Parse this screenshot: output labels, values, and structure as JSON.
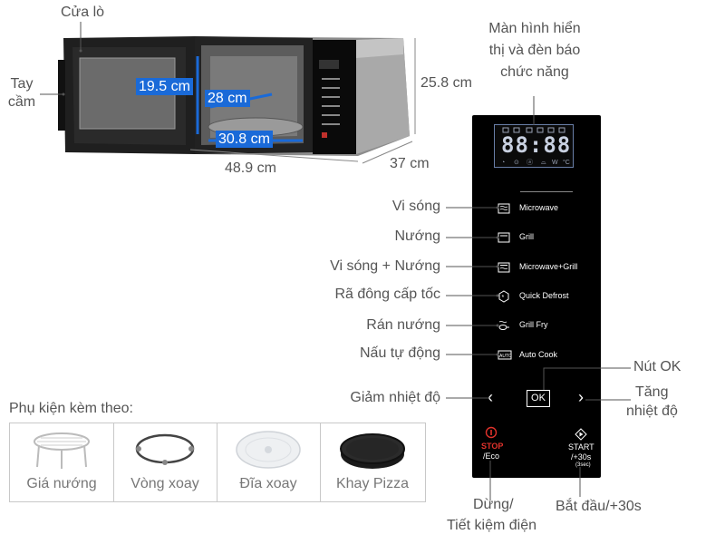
{
  "colors": {
    "accent": "#1a6ad8",
    "panel": "#000000",
    "stop_red": "#e0322b",
    "line": "#555555"
  },
  "photo": {
    "door_label": "Cửa lò",
    "handle_label": "Tay cầm",
    "display_label": "Màn hình hiển thị và đèn báo chức năng",
    "dim_height_inner": "19.5 cm",
    "dim_depth_inner": "28 cm",
    "dim_width_inner": "30.8 cm",
    "dim_height_outer": "25.8 cm",
    "dim_width_outer": "48.9 cm",
    "dim_depth_outer": "37 cm"
  },
  "panel": {
    "display_digits": "88:88",
    "buttons": [
      {
        "label": "Microwave",
        "vi": "Vi sóng",
        "icon": "microwave-icon"
      },
      {
        "label": "Grill",
        "vi": "Nướng",
        "icon": "grill-icon"
      },
      {
        "label": "Microwave+Grill",
        "vi": "Vi sóng + Nướng",
        "icon": "microwave-grill-icon"
      },
      {
        "label": "Quick Defrost",
        "vi": "Rã đông cấp tốc",
        "icon": "defrost-icon"
      },
      {
        "label": "Grill Fry",
        "vi": "Rán nướng",
        "icon": "grill-fry-icon"
      },
      {
        "label": "Auto Cook",
        "vi": "Nấu tự động",
        "icon": "auto-cook-icon"
      }
    ],
    "ok_label": "OK",
    "ok_vi": "Nút OK",
    "decrease_vi": "Giảm nhiệt độ",
    "increase_vi_1": "Tăng",
    "increase_vi_2": "nhiệt độ",
    "stop_label": "STOP",
    "eco_label": "/Eco",
    "start_label": "START",
    "plus30_label": "/+30s",
    "sec_label": "(3sec)",
    "stop_vi_1": "Dừng/",
    "stop_vi_2": "Tiết kiệm điện",
    "start_vi": "Bắt đầu/+30s"
  },
  "accessories": {
    "title": "Phụ kiện kèm theo:",
    "items": [
      {
        "name": "Giá nướng",
        "icon": "grill-rack-icon"
      },
      {
        "name": "Vòng xoay",
        "icon": "roller-ring-icon"
      },
      {
        "name": "Đĩa xoay",
        "icon": "turntable-icon"
      },
      {
        "name": "Khay Pizza",
        "icon": "pizza-tray-icon"
      }
    ]
  }
}
